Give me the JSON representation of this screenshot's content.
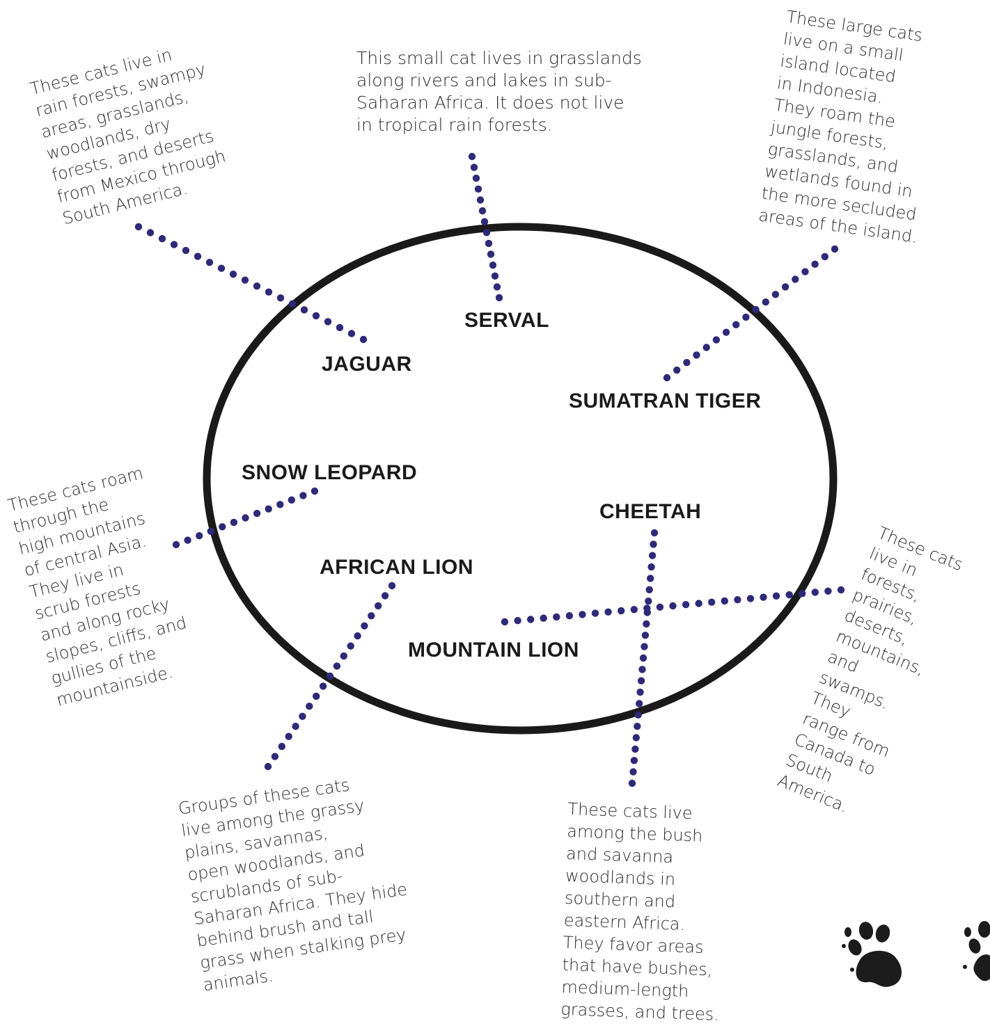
{
  "colors": {
    "ring": "#1a1a1a",
    "dots": "#2e2a78",
    "label": "#1a1a1a",
    "text": "#2b2b2b"
  },
  "cats": {
    "serval": "SERVAL",
    "jaguar": "JAGUAR",
    "sumatran_tiger": "SUMATRAN TIGER",
    "snow_leopard": "SNOW LEOPARD",
    "cheetah": "CHEETAH",
    "african_lion": "AFRICAN LION",
    "mountain_lion": "MOUNTAIN LION"
  },
  "descriptions": {
    "serval": "This small cat lives in grasslands\nalong rivers and lakes in sub-\nSaharan Africa. It does not live\nin tropical rain forests.",
    "jaguar": "These cats live in\nrain forests, swampy\nareas, grasslands,\nwoodlands, dry\nforests, and deserts\nfrom Mexico through\nSouth America.",
    "sumatran_tiger": "These large cats\nlive on a small\nisland located\nin Indonesia.\nThey roam the\njungle forests,\ngrasslands, and\nwetlands found in\nthe more secluded\nareas of the island.",
    "snow_leopard": "These cats roam\nthrough the\nhigh mountains\nof central Asia.\nThey live in\nscrub forests\nand along rocky\nslopes, cliffs, and\ngullies of the\nmountainside.",
    "mountain_lion": "These cats\nlive in forests,\nprairies,\ndeserts,\nmountains, and\nswamps. They\nrange from\nCanada to\nSouth America.",
    "african_lion": "Groups of these cats\nlive among the grassy\nplains, savannas,\nopen woodlands, and\nscrublands of sub-\nSaharan Africa. They hide\nbehind brush and tall\ngrass when stalking prey\nanimals.",
    "cheetah": "These cats live\namong the bush\nand savanna\nwoodlands in\nsouthern and\neastern Africa.\nThey favor areas\nthat have bushes,\nmedium-length\ngrasses, and trees."
  },
  "decorations": [
    "paw-print-icon",
    "paw-print-icon"
  ]
}
